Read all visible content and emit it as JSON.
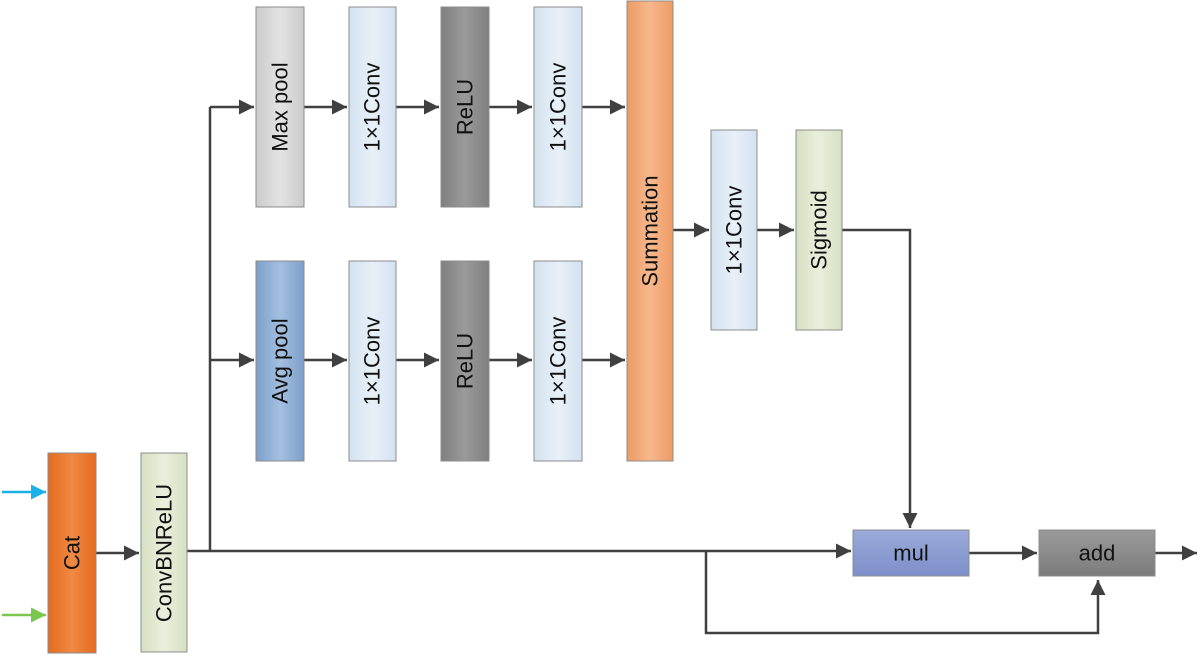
{
  "blocks": {
    "cat": "Cat",
    "conv_bn_relu": "ConvBNReLU",
    "max_pool": "Max pool",
    "avg_pool": "Avg pool",
    "conv_top_1": "1×1Conv",
    "relu_top": "ReLU",
    "conv_top_2": "1×1Conv",
    "conv_bottom_1": "1×1Conv",
    "relu_bottom": "ReLU",
    "conv_bottom_2": "1×1Conv",
    "summation": "Summation",
    "conv_after_sum": "1×1Conv",
    "sigmoid": "Sigmoid",
    "mul": "mul",
    "add": "add"
  },
  "colors": {
    "cat": "#ed7d31",
    "conv_bn_relu": "#e2ead2",
    "max_pool": "#d6d6d6",
    "avg_pool": "#8eaed3",
    "conv": "#deeaf4",
    "relu": "#8c8c8c",
    "summation": "#f2a878",
    "sigmoid": "#dfe7cf",
    "mul": "#8e9fd3",
    "add": "#8c8c8c",
    "input_1": "#1ab0e8",
    "input_2": "#7ac74f",
    "arrow": "#404040"
  }
}
